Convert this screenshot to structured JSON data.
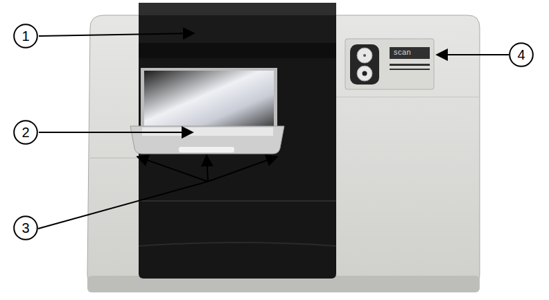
{
  "diagram": {
    "nodes": [
      {
        "text": [
          "1"
        ]
      },
      {
        "text": [
          "2"
        ]
      },
      {
        "text": [
          "3"
        ]
      },
      {
        "text": [
          "4"
        ]
      }
    ],
    "labels": [
      "scan"
    ]
  }
}
